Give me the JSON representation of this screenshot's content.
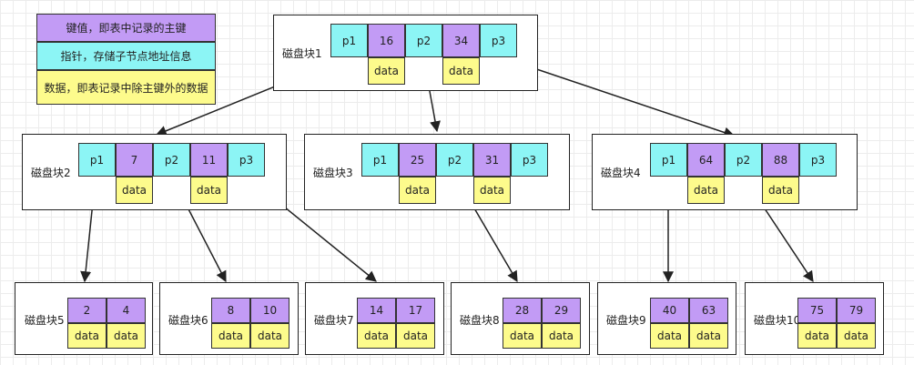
{
  "legend": {
    "key": "键值，即表中记录的主键",
    "pointer": "指针，存储子节点地址信息",
    "data": "数据，即表记录中除主键外的数据"
  },
  "labels": {
    "ptr1": "p1",
    "ptr2": "p2",
    "ptr3": "p3",
    "data": "data"
  },
  "root": {
    "name": "磁盘块1",
    "keys": [
      "16",
      "34"
    ]
  },
  "internal": [
    {
      "name": "磁盘块2",
      "keys": [
        "7",
        "11"
      ]
    },
    {
      "name": "磁盘块3",
      "keys": [
        "25",
        "31"
      ]
    },
    {
      "name": "磁盘块4",
      "keys": [
        "64",
        "88"
      ]
    }
  ],
  "leaves": [
    {
      "name": "磁盘块5",
      "keys": [
        "2",
        "4"
      ]
    },
    {
      "name": "磁盘块6",
      "keys": [
        "8",
        "10"
      ]
    },
    {
      "name": "磁盘块7",
      "keys": [
        "14",
        "17"
      ]
    },
    {
      "name": "磁盘块8",
      "keys": [
        "28",
        "29"
      ]
    },
    {
      "name": "磁盘块9",
      "keys": [
        "40",
        "63"
      ]
    },
    {
      "name": "磁盘块10",
      "keys": [
        "75",
        "79"
      ]
    }
  ]
}
